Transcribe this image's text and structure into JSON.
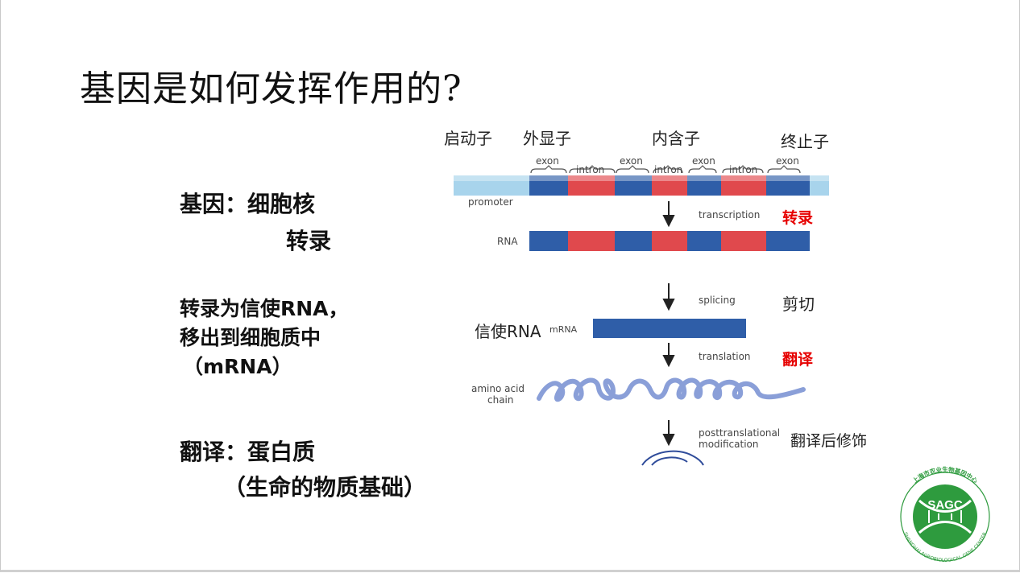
{
  "title": "基因是如何发挥作用的?",
  "left": {
    "gene_line1": "基因：细胞核",
    "gene_line2": "转录",
    "mrna_line1": "转录为信使RNA，",
    "mrna_line2": "移出到细胞质中",
    "mrna_line3": "（mRNA）",
    "trans_line1": "翻译：蛋白质",
    "trans_line2": "（生命的物质基础）"
  },
  "diagram": {
    "cn_promoter": "启动子",
    "cn_exon": "外显子",
    "cn_intron": "内含子",
    "cn_terminator": "终止子",
    "exon": "exon",
    "intron": "intron",
    "promoter": "promoter",
    "rna": "RNA",
    "transcription": "transcription",
    "transcription_cn": "转录",
    "splicing": "splicing",
    "splicing_cn": "剪切",
    "mrna_cn": "信使RNA",
    "mrna": "mRNA",
    "translation": "translation",
    "translation_cn": "翻译",
    "amino_acid": "amino acid",
    "chain": "chain",
    "posttranslational": "posttranslational",
    "modification": "modification",
    "post_cn": "翻译后修饰"
  },
  "logo": {
    "center_text": "SAGC",
    "ring_cn": "上海市农业生物基因中心",
    "ring_en": "SHANGHAI AGROBIOLOGICAL GENE CENTER"
  },
  "colors": {
    "exon": "#2f5ea8",
    "intron": "#e0494d",
    "flank": "#a8d4ec",
    "chain": "#8a9fd8",
    "accent_red": "#e60000",
    "logo_green": "#2e9b3e"
  }
}
